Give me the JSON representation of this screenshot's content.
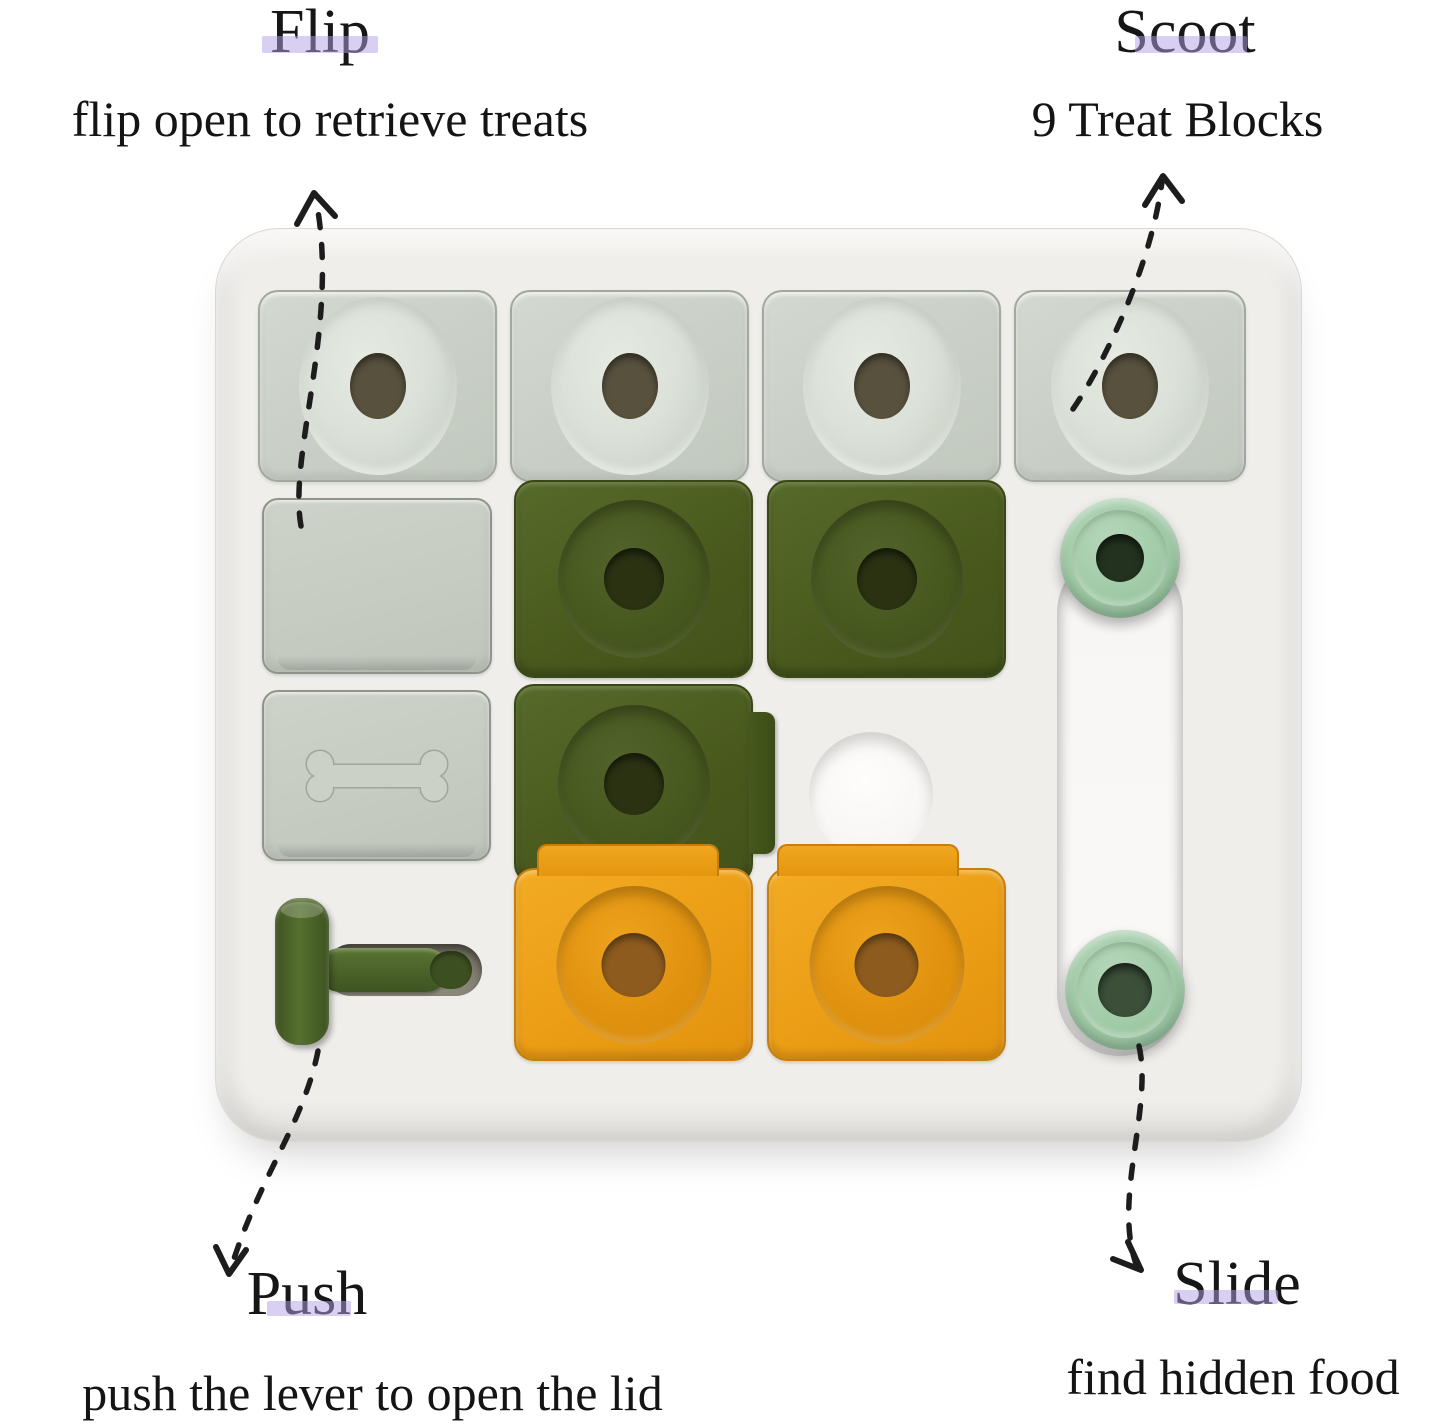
{
  "annotations": {
    "flip": {
      "title": "Flip",
      "description": "flip open to retrieve treats"
    },
    "scoot": {
      "title": "Scoot",
      "description": "9 Treat Blocks"
    },
    "push": {
      "title": "Push",
      "description": "push the lever to open the lid"
    },
    "slide": {
      "title": "Slide",
      "description": "find hidden food"
    }
  },
  "palette": {
    "background": "#ffffff",
    "text": "#161616",
    "label_highlight": "#b2a0e6",
    "tray": "#f0eeeb",
    "sage_block": "#c9cfc6",
    "dark_green_block": "#49591d",
    "orange_block": "#ea9c14",
    "mint_knob": "#9fc9a5",
    "lever_green": "#4a6128",
    "arrow": "#1d1d1d"
  },
  "board": {
    "treat_block_count": 9,
    "treat_blocks": {
      "sage_scoot_blocks": 4,
      "dark_green_scoot_blocks": 3,
      "orange_scoot_blocks": 2
    },
    "flip_lids": [
      "plain lid",
      "bone-embossed lid"
    ],
    "slide_knobs": 2,
    "empty_wells": 1,
    "lever": "T-shaped push lever"
  }
}
